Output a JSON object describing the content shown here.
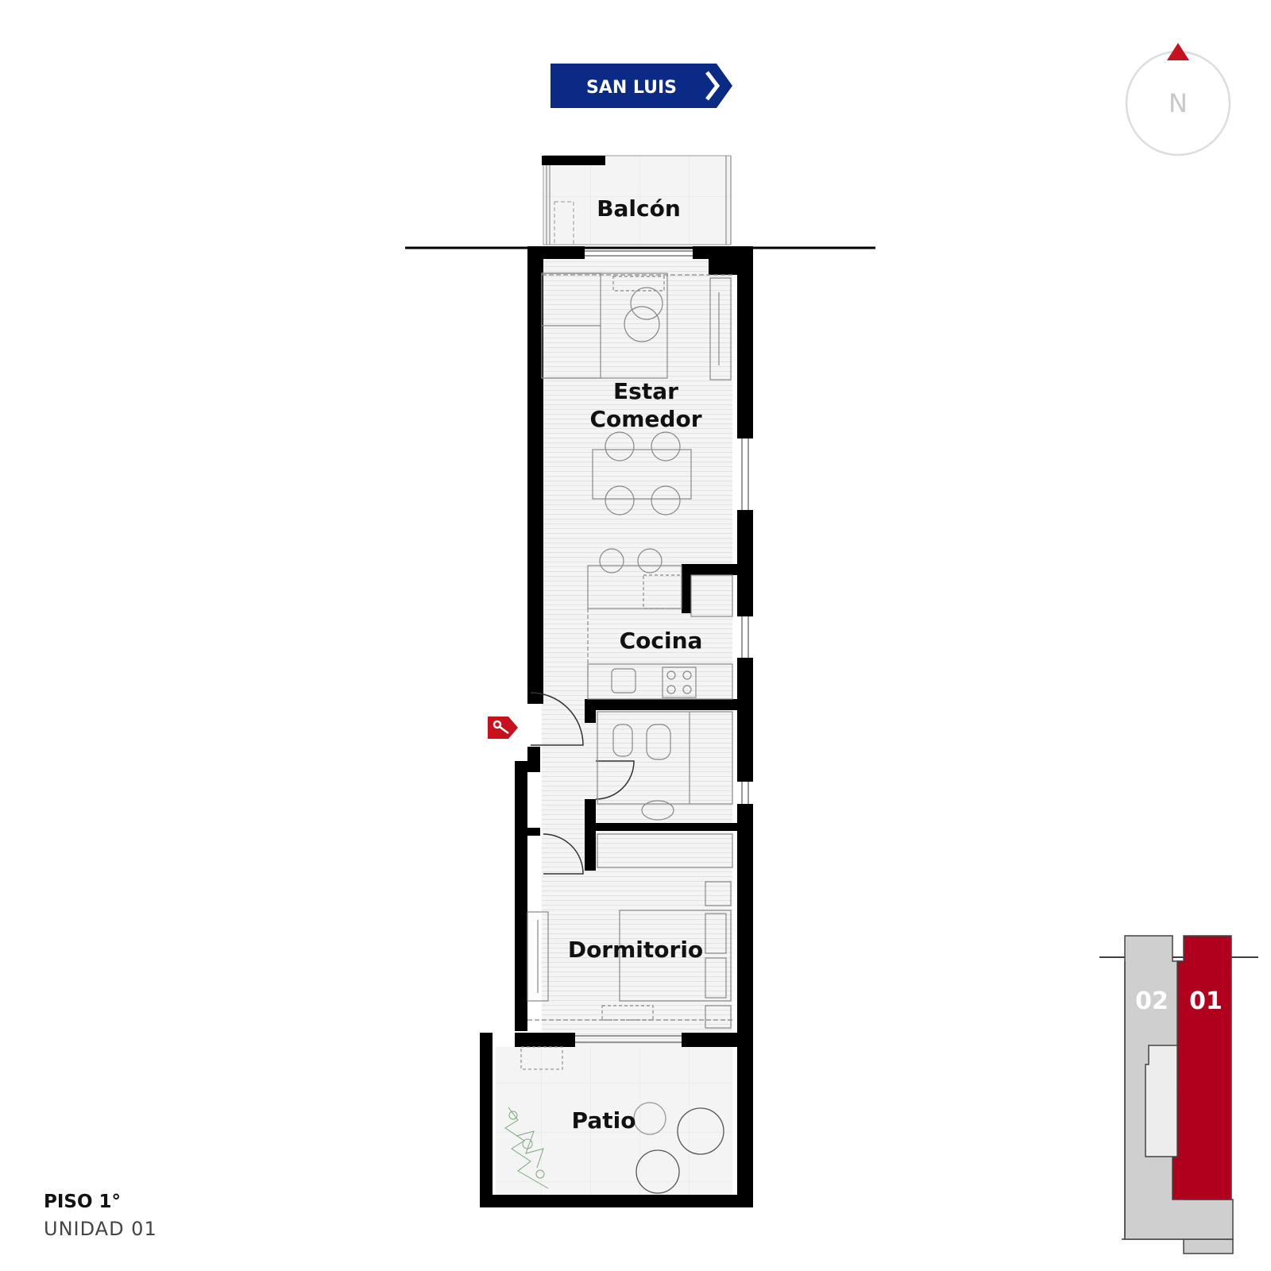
{
  "street": {
    "label": "SAN LUIS"
  },
  "compass": {
    "label": "N"
  },
  "rooms": {
    "balcony": "Balcón",
    "living_line1": "Estar",
    "living_line2": "Comedor",
    "kitchen": "Cocina",
    "bedroom": "Dormitorio",
    "patio": "Patio"
  },
  "floor_info": {
    "floor": "PISO 1°",
    "unit": "UNIDAD 01"
  },
  "key_plan": {
    "unit_other": "02",
    "unit_current": "01"
  },
  "colors": {
    "street_sign": "#0a2a86",
    "north_arrow": "#c8101e",
    "entry_key": "#c8101e",
    "current_unit": "#b0001e",
    "other_unit": "#cfcfcf",
    "wall": "#000000"
  }
}
